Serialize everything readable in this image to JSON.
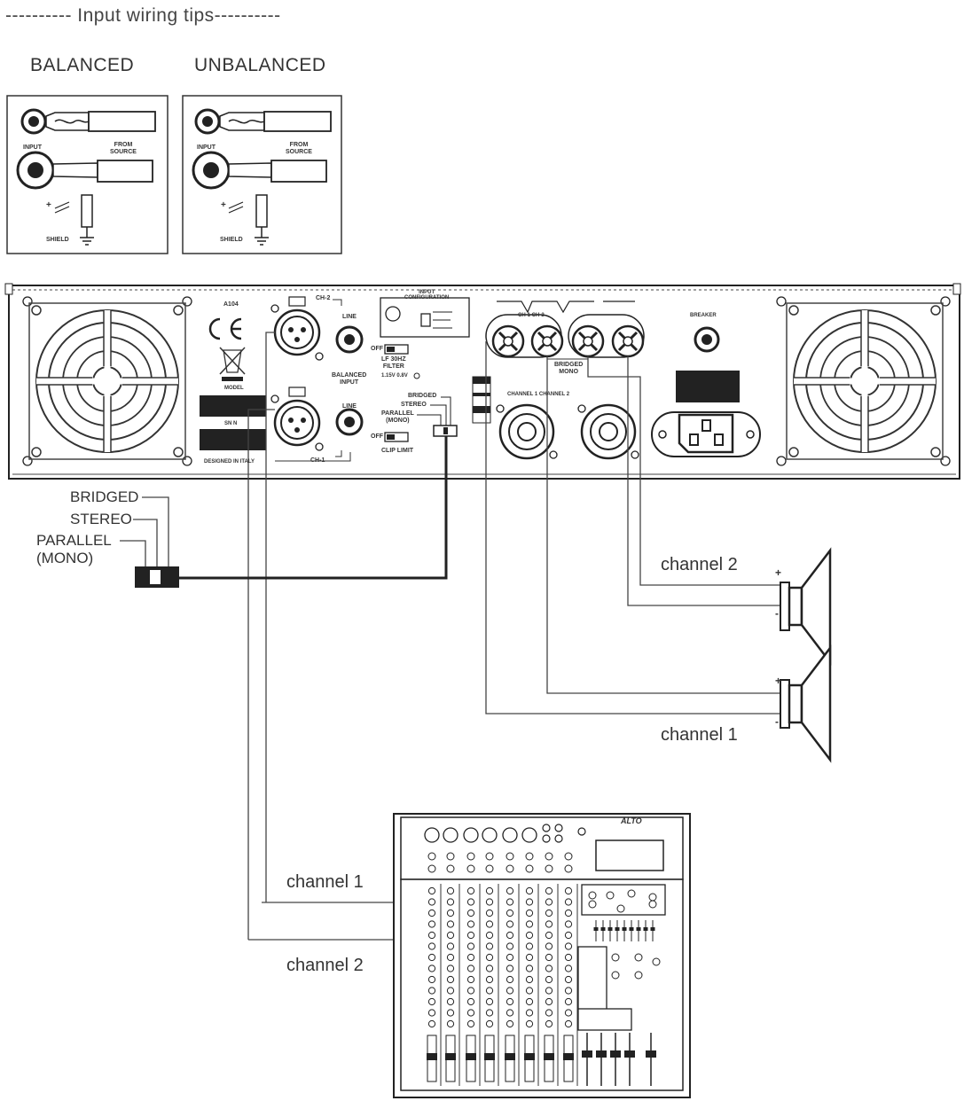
{
  "title": "---------- Input wiring tips----------",
  "wiring": {
    "balanced": {
      "label": "BALANCED",
      "input": "INPUT",
      "from_source": "FROM\nSOURCE",
      "shield": "SHIELD",
      "plus": "+"
    },
    "unbalanced": {
      "label": "UNBALANCED",
      "input": "INPUT",
      "from_source": "FROM\nSOURCE",
      "shield": "SHIELD",
      "plus": "+"
    }
  },
  "amp_panel": {
    "model_code": "A104",
    "ce": "CE",
    "model": "MODEL",
    "sn": "SN N",
    "designed": "DESIGNED IN ITALY",
    "ch2": "CH-2",
    "line1": "LINE",
    "line2": "LINE",
    "balanced_input": "BALANCED\nINPUT",
    "ch1": "CH-1",
    "input_config": "INPUT\nCONFIGURATION",
    "off1": "OFF",
    "filter": "LF 30HZ\nFILTER",
    "sens": "1.15V 0.8V",
    "off2": "OFF",
    "clip": "CLIP LIMIT",
    "bridged": "BRIDGED",
    "stereo": "STEREO",
    "parallel": "PARALLEL\n(MONO)",
    "out_top": "CH-1 CH-2",
    "bridged_mono": "BRIDGED\nMONO",
    "channels": "CHANNEL 1 CHANNEL 2",
    "breaker": "BREAKER"
  },
  "switch_labels": {
    "bridged": "BRIDGED",
    "stereo": "STEREO",
    "parallel": "PARALLEL",
    "mono": "(MONO)"
  },
  "speakers": {
    "ch2": "channel 2",
    "ch1": "channel 1",
    "plus": "+",
    "minus": "-"
  },
  "mixer": {
    "ch1": "channel 1",
    "ch2": "channel 2",
    "brand": "ALTO"
  }
}
